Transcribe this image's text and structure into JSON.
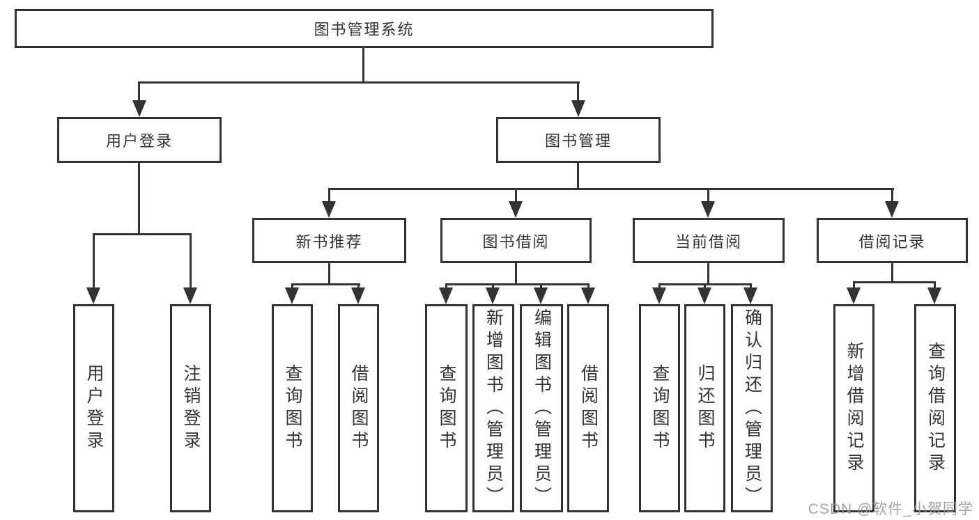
{
  "diagram": {
    "root": {
      "label": "图书管理系统"
    },
    "level2": [
      {
        "label": "用户登录"
      },
      {
        "label": "图书管理"
      }
    ],
    "level3": [
      {
        "label": "新书推荐",
        "parent": "图书管理"
      },
      {
        "label": "图书借阅",
        "parent": "图书管理"
      },
      {
        "label": "当前借阅",
        "parent": "图书管理"
      },
      {
        "label": "借阅记录",
        "parent": "图书管理"
      }
    ],
    "leaves": [
      {
        "label": "用户登录",
        "parent": "用户登录"
      },
      {
        "label": "注销登录",
        "parent": "用户登录"
      },
      {
        "label": "查询图书",
        "parent": "新书推荐"
      },
      {
        "label": "借阅图书",
        "parent": "新书推荐"
      },
      {
        "label": "查询图书",
        "parent": "图书借阅"
      },
      {
        "label": "新增图书（管理员）",
        "parent": "图书借阅"
      },
      {
        "label": "编辑图书（管理员）",
        "parent": "图书借阅"
      },
      {
        "label": "借阅图书",
        "parent": "图书借阅"
      },
      {
        "label": "查询图书",
        "parent": "当前借阅"
      },
      {
        "label": "归还图书",
        "parent": "当前借阅"
      },
      {
        "label": "确认归还（管理员）",
        "parent": "当前借阅"
      },
      {
        "label": "新增借阅记录",
        "parent": "借阅记录"
      },
      {
        "label": "查询借阅记录",
        "parent": "借阅记录"
      }
    ]
  },
  "watermark": {
    "text": "CSDN @软件_小贺同学"
  },
  "colors": {
    "line": "#333333",
    "text": "#333333",
    "background": "#ffffff",
    "watermark": "#969696"
  }
}
